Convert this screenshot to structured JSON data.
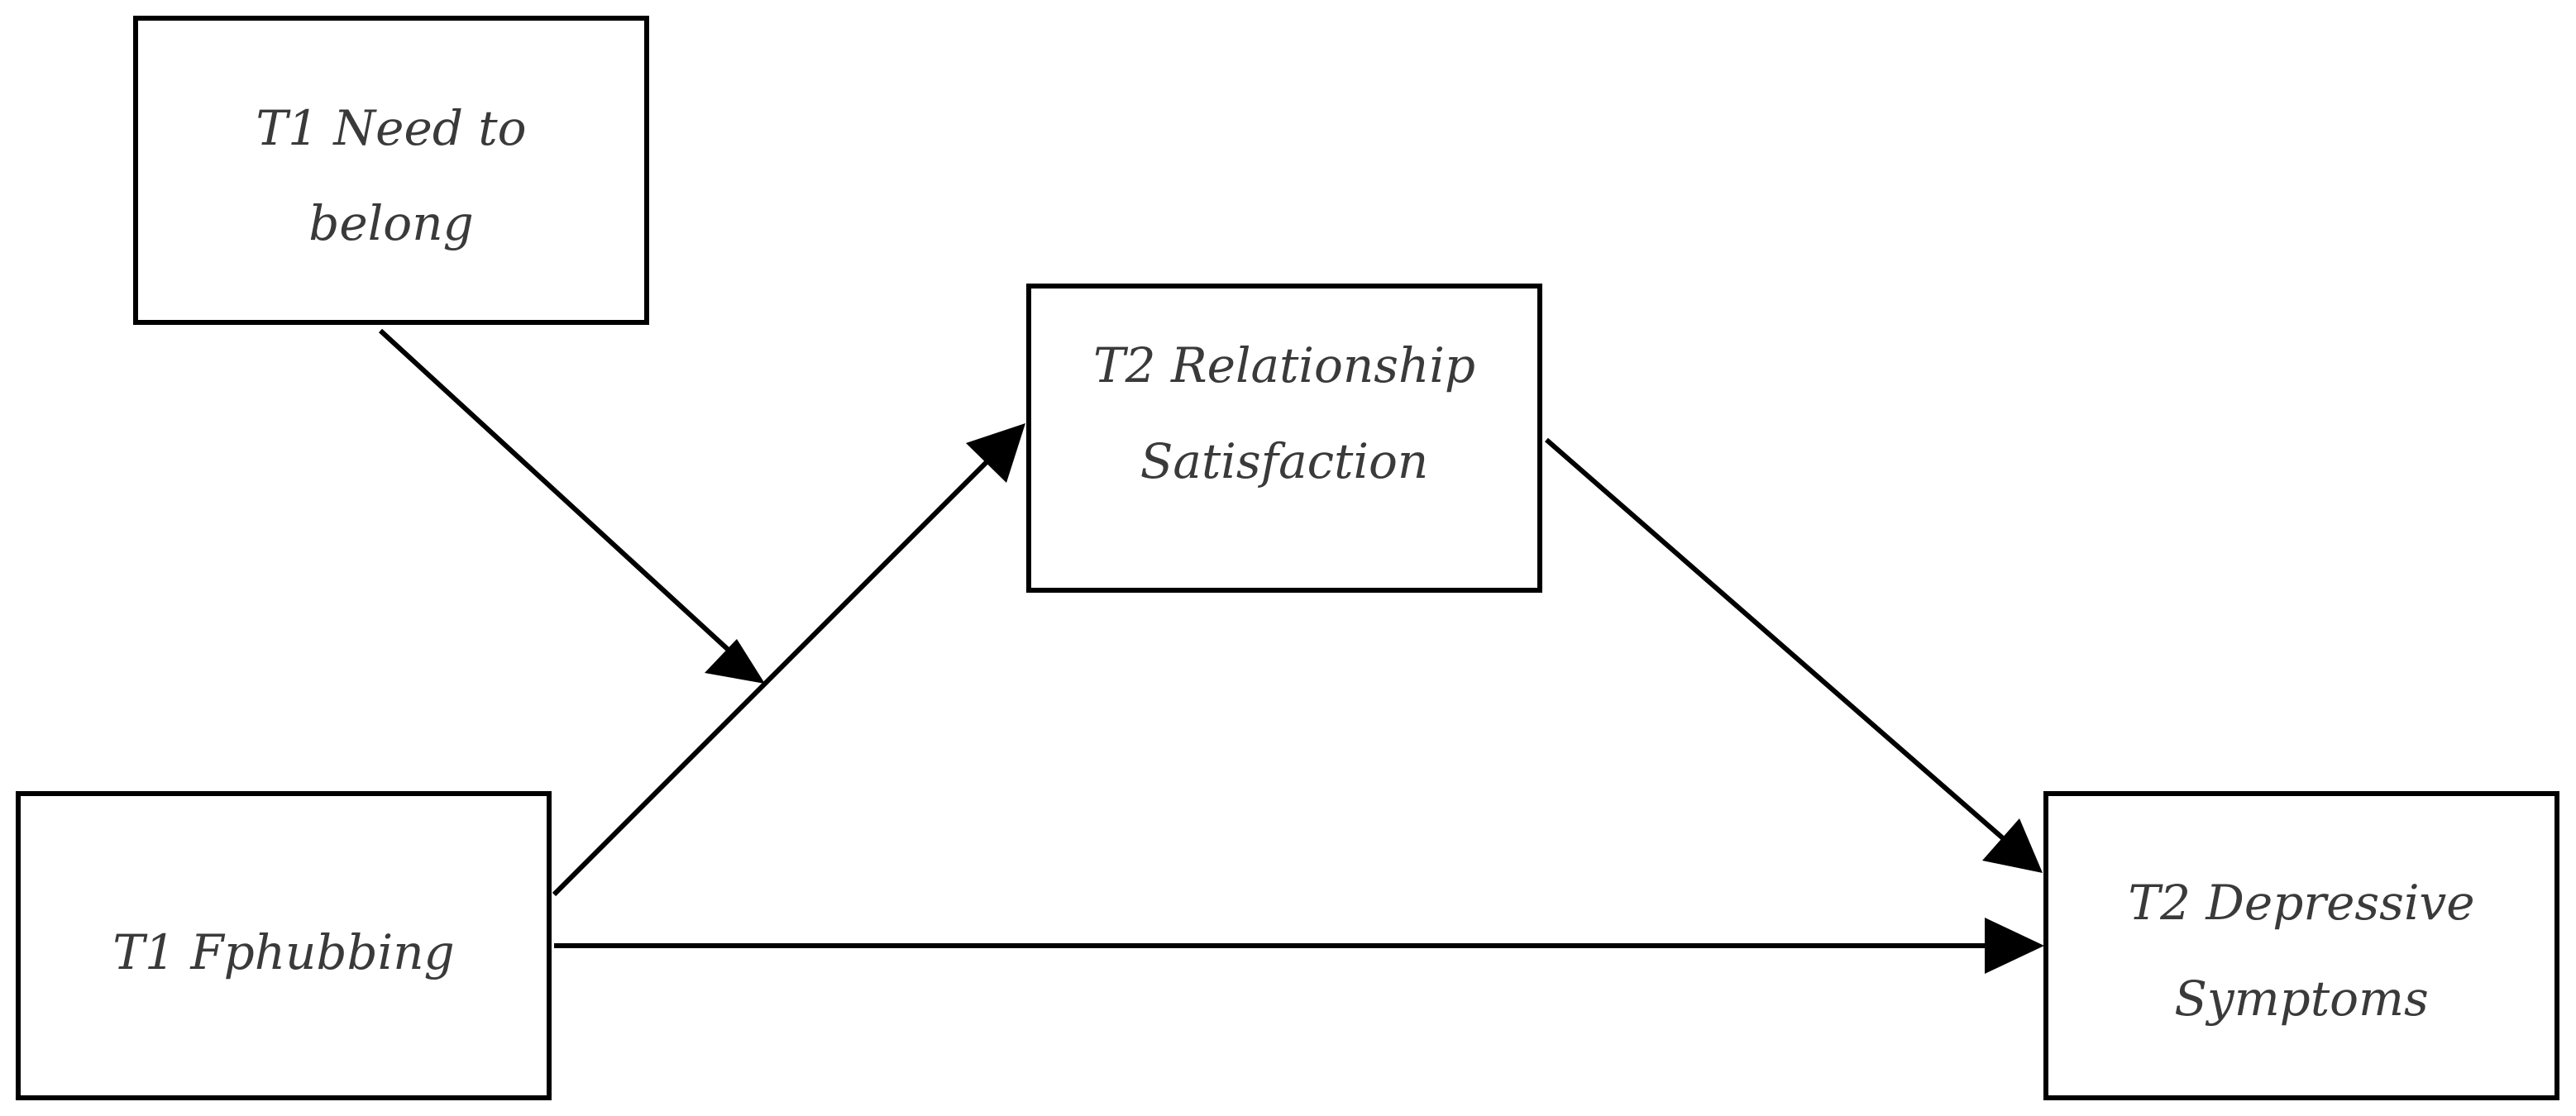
{
  "nodes": {
    "need_to_belong": {
      "line1": "T1 Need to",
      "line2": "belong"
    },
    "relationship_satisfaction": {
      "line1": "T2 Relationship",
      "line2": "Satisfaction"
    },
    "fphubbing": {
      "line1": "T1 Fphubbing"
    },
    "depressive_symptoms": {
      "line1": "T2 Depressive",
      "line2": "Symptoms"
    }
  },
  "edges": [
    {
      "from": "T1 Need to belong",
      "to": "path T1 Fphubbing → T2 Relationship Satisfaction"
    },
    {
      "from": "T1 Fphubbing",
      "to": "T2 Relationship Satisfaction"
    },
    {
      "from": "T2 Relationship Satisfaction",
      "to": "T2 Depressive Symptoms"
    },
    {
      "from": "T1 Fphubbing",
      "to": "T2 Depressive Symptoms"
    }
  ],
  "colors": {
    "stroke": "#000000",
    "text": "#3a3a3a",
    "background": "#ffffff"
  }
}
